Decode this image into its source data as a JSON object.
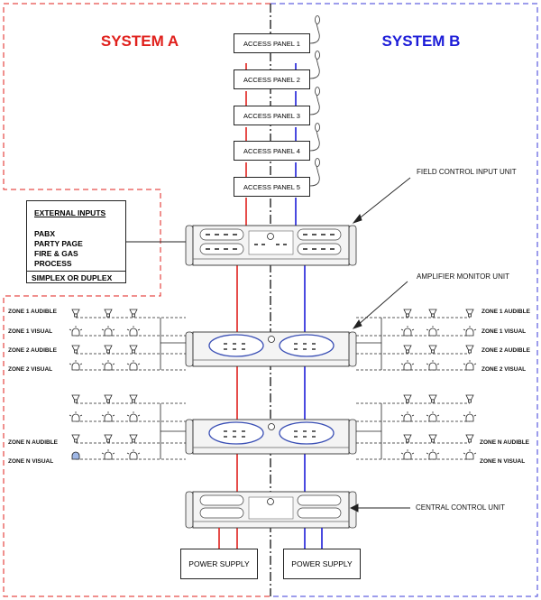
{
  "systems": {
    "a_label": "SYSTEM A",
    "b_label": "SYSTEM B",
    "a_color": "#e0201c",
    "b_color": "#1c1cd8"
  },
  "access_panels": [
    "ACCESS PANEL 1",
    "ACCESS PANEL 2",
    "ACCESS PANEL 3",
    "ACCESS PANEL 4",
    "ACCESS PANEL 5"
  ],
  "external_inputs": {
    "title": "EXTERNAL INPUTS",
    "items": [
      "PABX",
      "PARTY PAGE",
      "FIRE & GAS",
      "PROCESS"
    ],
    "footer": "SIMPLEX OR DUPLEX"
  },
  "callouts": {
    "field_control": "FIELD CONTROL INPUT UNIT",
    "amplifier_monitor": "AMPLIFIER MONITOR UNIT",
    "central_control": "CENTRAL CONTROL UNIT"
  },
  "zones": {
    "z1_audible": "ZONE 1 AUDIBLE",
    "z1_visual": "ZONE 1 VISUAL",
    "z2_audible": "ZONE 2 AUDIBLE",
    "z2_visual": "ZONE 2 VISUAL",
    "zn_audible": "ZONE N AUDIBLE",
    "zn_visual": "ZONE N VISUAL"
  },
  "power_supply": "POWER SUPPLY",
  "icons": [
    "microphone-icon",
    "horn-speaker-icon",
    "beacon-icon",
    "rack-unit-icon"
  ]
}
